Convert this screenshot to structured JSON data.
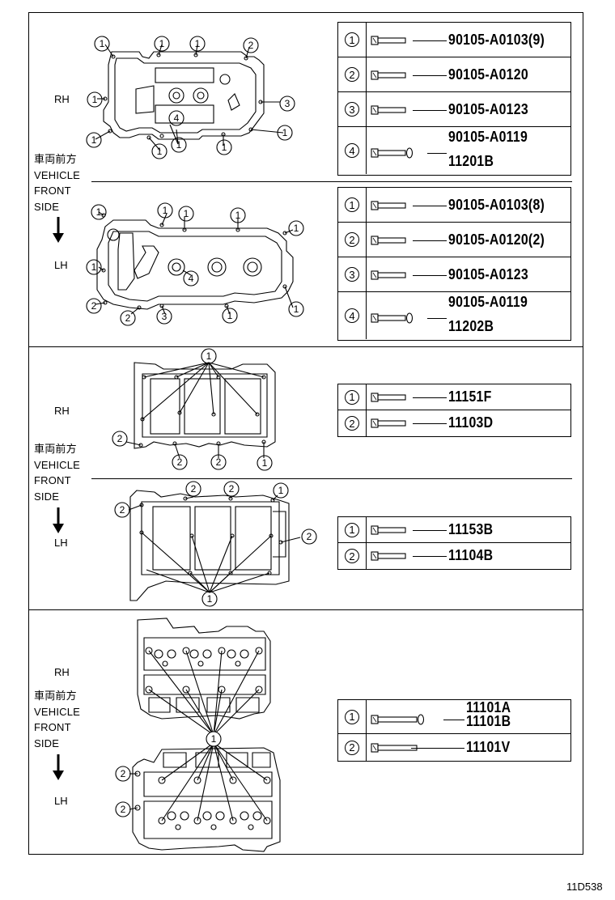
{
  "side_labels": {
    "rh": "RH",
    "lh": "LH",
    "jp": "車両前方",
    "vehicle": "VEHICLE",
    "front": "FRONT",
    "side": "SIDE"
  },
  "sections": [
    {
      "name": "cylinder-head-cover",
      "tables": [
        {
          "side": "RH",
          "rows": [
            {
              "num": "1",
              "parts": [
                "90105-A0103(9)"
              ],
              "washer": false
            },
            {
              "num": "2",
              "parts": [
                "90105-A0120"
              ],
              "washer": false
            },
            {
              "num": "3",
              "parts": [
                "90105-A0123"
              ],
              "washer": false
            },
            {
              "num": "4",
              "parts": [
                "90105-A0119",
                "11201B"
              ],
              "washer": true
            }
          ]
        },
        {
          "side": "LH",
          "rows": [
            {
              "num": "1",
              "parts": [
                "90105-A0103(8)"
              ],
              "washer": false
            },
            {
              "num": "2",
              "parts": [
                "90105-A0120(2)"
              ],
              "washer": false
            },
            {
              "num": "3",
              "parts": [
                "90105-A0123"
              ],
              "washer": false
            },
            {
              "num": "4",
              "parts": [
                "90105-A0119",
                "11202B"
              ],
              "washer": true
            }
          ]
        }
      ]
    },
    {
      "name": "camshaft-housing",
      "tables": [
        {
          "side": "RH",
          "rows": [
            {
              "num": "1",
              "parts": [
                "11151F"
              ],
              "washer": false
            },
            {
              "num": "2",
              "parts": [
                "11103D"
              ],
              "washer": false
            }
          ]
        },
        {
          "side": "LH",
          "rows": [
            {
              "num": "1",
              "parts": [
                "11153B"
              ],
              "washer": false
            },
            {
              "num": "2",
              "parts": [
                "11104B"
              ],
              "washer": false
            }
          ]
        }
      ]
    },
    {
      "name": "cylinder-head",
      "tables": [
        {
          "side": "both",
          "rows": [
            {
              "num": "1",
              "parts": [
                "11101A",
                "11101B"
              ],
              "washer": true
            },
            {
              "num": "2",
              "parts": [
                "11101V"
              ],
              "washer": false
            }
          ]
        }
      ]
    }
  ],
  "callouts": {
    "one": "1",
    "two": "2",
    "three": "3",
    "four": "4"
  },
  "diagram_code": "11D538"
}
